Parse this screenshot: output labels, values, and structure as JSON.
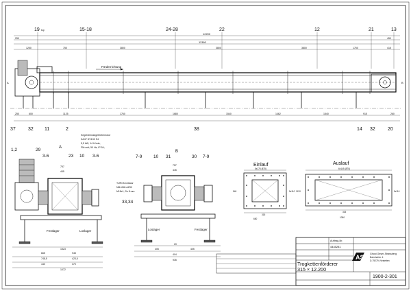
{
  "top_positions": [
    {
      "label": "19",
      "sub": "top"
    },
    {
      "label": "15-18",
      "sub": ""
    },
    {
      "label": "24-28",
      "sub": ""
    },
    {
      "label": "22",
      "sub": ""
    },
    {
      "label": "12",
      "sub": ""
    },
    {
      "label": "21",
      "sub": ""
    },
    {
      "label": "13",
      "sub": ""
    }
  ],
  "bottom_positions": [
    "37",
    "32",
    "11",
    "2",
    "38",
    "14",
    "32",
    "20"
  ],
  "overall_dims": {
    "total": "12200",
    "mid": "11360",
    "left": "1250",
    "right": "450",
    "inner_left": "250"
  },
  "segment_dims": [
    "750",
    "3800",
    "3800",
    "3800",
    "1750",
    "415"
  ],
  "lower_dims": [
    "250",
    "600",
    "1125",
    "1760",
    "1680",
    "1540",
    "1462",
    "1540",
    "915",
    "260"
  ],
  "foerderrichtung": "Förderrichtung",
  "motor_note": [
    "Kegelstirnradgetriebemotor",
    "KA47 DV132 S4",
    "5,5 kW; 14 U/min;",
    "FM≈mit; 50 Hz; IP 54;"
  ],
  "view_a": {
    "label": "A",
    "callouts": [
      "1,2",
      "29",
      "3-6",
      "23",
      "10",
      "3-6"
    ],
    "festlager": "Festlager",
    "loslager": "Loslager",
    "dims": [
      "757",
      "445",
      "370",
      "440",
      "1072",
      "665",
      "1523",
      "945",
      "748,5",
      "423,5"
    ]
  },
  "view_b": {
    "label": "B",
    "callouts": [
      "7-9",
      "10",
      "31",
      "30",
      "7-9"
    ],
    "side_callout": "33,34",
    "turck": [
      "TURCK-Initiator",
      "Ni5-M18-AZ3X",
      "M18x1; Sn 8 mm"
    ],
    "loslager": "Loslager",
    "festlager": "Festlager",
    "dims": [
      "757",
      "445",
      "404",
      "405",
      "20",
      "405",
      "405",
      "935"
    ]
  },
  "einlauf": {
    "title": "Einlauf",
    "dims": [
      "5x175 (875)",
      "315",
      "5x110",
      "650",
      "540"
    ]
  },
  "auslauf": {
    "title": "Auslauf",
    "dims": [
      "6x145 (870)",
      "315",
      "5x110",
      "1050",
      "1120"
    ]
  },
  "title_block": {
    "product": "Trogkettenförderer",
    "size": "315 × 12.200",
    "drawing_no": "1900-2-301",
    "company": "Ghost Geser-Strassberg",
    "company_lines": [
      "Bahnhofstr. 4",
      "D-79279 Vörstetten"
    ],
    "logo_text": "AS",
    "auftrag_label": "Auftrag-Nr.",
    "auftrag_no": "4445281"
  }
}
